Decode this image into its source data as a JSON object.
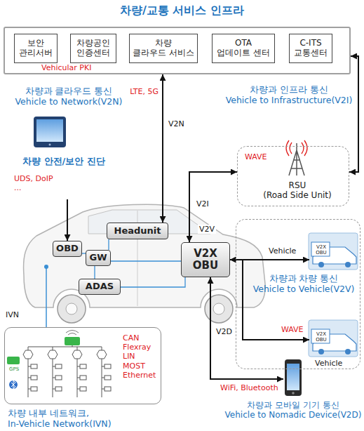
{
  "diagram": {
    "title": "차량/교통 서비스 인프라",
    "nodes": [
      {
        "text": [
          "Vehicular PKI"
        ]
      },
      {
        "text": [
          "보안 관리서버"
        ],
        "in": 0
      },
      {
        "text": [
          "차량공인 인증센터"
        ],
        "in": 0
      },
      {
        "text": [
          "차량 클라우드 서비스"
        ],
        "in": 0
      },
      {
        "text": [
          "OTA 업데이트 센터"
        ],
        "in": 0
      },
      {
        "text": [
          "C-ITS 교통센터"
        ],
        "in": 0
      },
      {
        "text": [
          "WAVE",
          "RSU (Road Side Unit)"
        ]
      },
      {
        "text": [
          "차량과 차량 통신 Vehicle to Vehicle(V2V)",
          "WAVE"
        ]
      },
      {
        "text": [
          "Vehicle",
          "V2X OBU"
        ],
        "in": 7
      },
      {
        "text": [
          "V2X OBU",
          "Vehicle"
        ],
        "in": 7
      },
      {
        "text": [
          "OBD"
        ]
      },
      {
        "text": [
          "Headunit"
        ]
      },
      {
        "text": [
          "GW"
        ]
      },
      {
        "text": [
          "ADAS"
        ]
      },
      {
        "text": [
          "V2X OBU"
        ]
      },
      {
        "text": [
          "차량 안전/보안 진단",
          "UDS, DoIP ..."
        ]
      },
      {
        "text": [
          "차량과 모바일 기기 통신 Vehicle to Nomadic Device(V2D)"
        ]
      },
      {
        "text": [
          "CAN Flexray LIN MOST Ethernet",
          "차량 내부 네트워크, In-Vehicle Network(IVN)"
        ]
      }
    ],
    "edges": [
      {
        "from": 11,
        "to": 0,
        "arrow": "both",
        "label": "V2N"
      },
      {
        "from": 14,
        "to": 6,
        "arrow": "both",
        "label": "V2I"
      },
      {
        "from": 6,
        "to": 0,
        "arrow": "both"
      },
      {
        "from": 14,
        "to": 8,
        "arrow": "both",
        "label": "V2V"
      },
      {
        "from": 14,
        "to": 9,
        "arrow": "both"
      },
      {
        "from": 14,
        "to": 16,
        "arrow": "both",
        "label": "V2D"
      },
      {
        "from": 15,
        "to": 10,
        "arrow": "to"
      },
      {
        "from": 10,
        "to": 12,
        "arrow": "none"
      },
      {
        "from": 12,
        "to": 11,
        "arrow": "none"
      },
      {
        "from": 12,
        "to": 13,
        "arrow": "none"
      },
      {
        "from": 12,
        "to": 14,
        "arrow": "none"
      },
      {
        "from": 13,
        "to": 14,
        "arrow": "none"
      }
    ],
    "labels": [
      "차량과 클라우드 통신 Vehicle to Network(V2N)",
      "LTE, 5G",
      "차량과 인프라 통신 Vehicle to Infrastructure(V2I)",
      "IVN",
      "WiFi, Bluetooth",
      "GPS"
    ]
  }
}
